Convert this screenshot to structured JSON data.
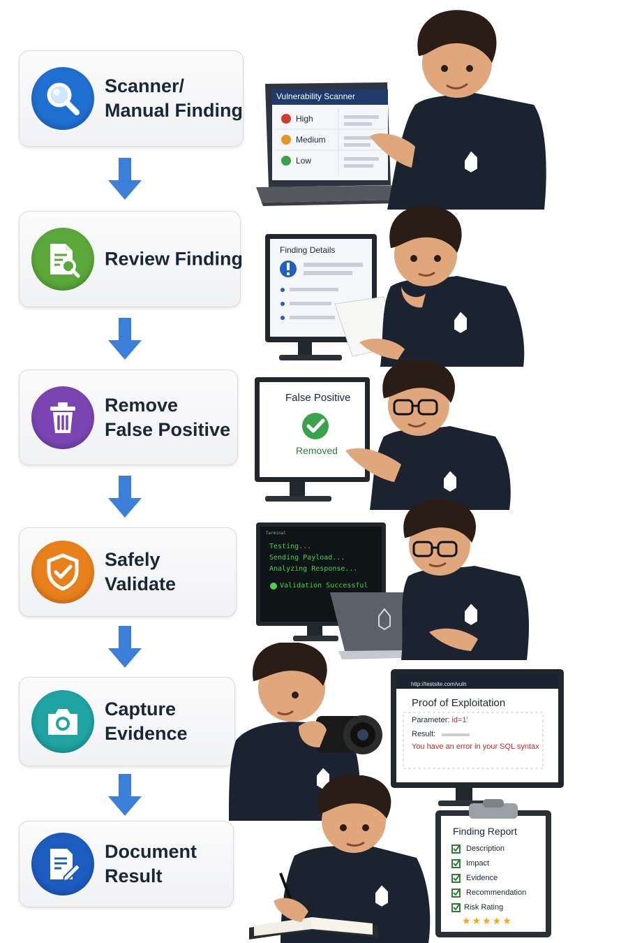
{
  "steps": [
    {
      "line1": "Scanner/",
      "line2": "Manual Finding",
      "icon": "magnifier-icon",
      "color": "#1f6fd1"
    },
    {
      "line1": "Review Finding",
      "line2": "",
      "icon": "document-search-icon",
      "color": "#5aa83a"
    },
    {
      "line1": "Remove",
      "line2": "False Positive",
      "icon": "trash-icon",
      "color": "#7a45b3"
    },
    {
      "line1": "Safely",
      "line2": "Validate",
      "icon": "shield-check-icon",
      "color": "#e8801c"
    },
    {
      "line1": "Capture",
      "line2": "Evidence",
      "icon": "camera-icon",
      "color": "#1fa3a3"
    },
    {
      "line1": "Document",
      "line2": "Result",
      "icon": "edit-document-icon",
      "color": "#1c5cbf"
    }
  ],
  "arrow_color": "#3b7fd8",
  "scanner": {
    "title": "Vulnerability Scanner",
    "rows": [
      "High",
      "Medium",
      "Low"
    ]
  },
  "review": {
    "title": "Finding Details"
  },
  "false_positive": {
    "title": "False Positive",
    "status": "Removed"
  },
  "terminal": {
    "brand": "Terminal",
    "lines": [
      "Testing...",
      "Sending Payload...",
      "Analyzing Response..."
    ],
    "result": "Validation Successful"
  },
  "evidence": {
    "url": "http://testsite.com/vuln",
    "title": "Proof of Exploitation",
    "param_label": "Parameter:",
    "param_value": "id=1'",
    "result_label": "Result:",
    "error": "You have an error in your SQL syntax"
  },
  "report": {
    "title": "Finding Report",
    "items": [
      "Description",
      "Impact",
      "Evidence",
      "Recommendation",
      "Risk Rating"
    ],
    "stars": "★★★★★"
  }
}
